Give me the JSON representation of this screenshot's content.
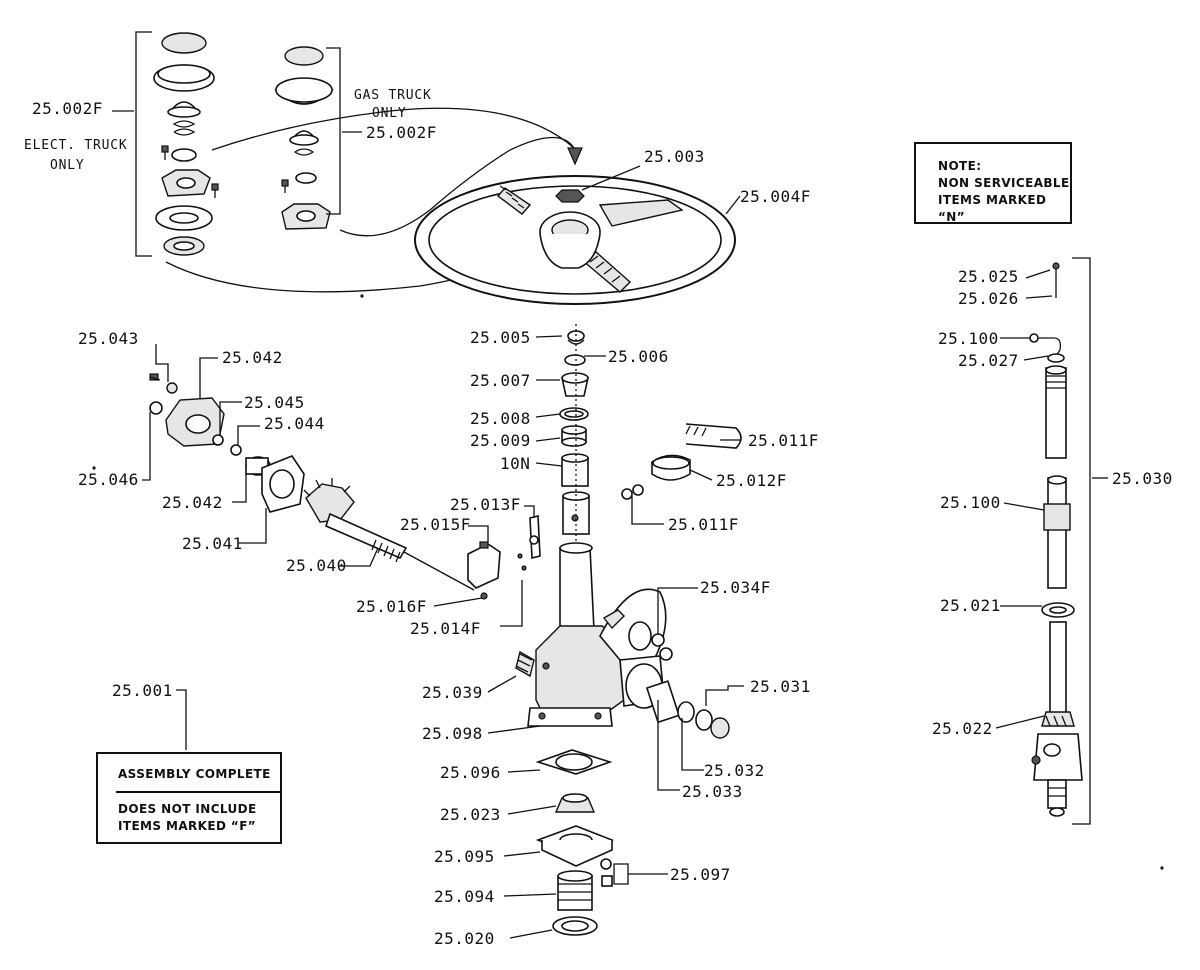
{
  "callouts": {
    "c_25_002F_left": "25.002F",
    "elect_truck": "ELECT. TRUCK",
    "elect_only": "ONLY",
    "gas_truck": "GAS TRUCK",
    "gas_only": "ONLY",
    "c_25_002F_right": "25.002F",
    "c_25_003": "25.003",
    "c_25_004F": "25.004F",
    "c_25_043": "25.043",
    "c_25_042_top": "25.042",
    "c_25_045": "25.045",
    "c_25_044": "25.044",
    "c_25_046": "25.046",
    "c_25_042_bottom": "25.042",
    "c_25_041": "25.041",
    "c_25_040": "25.040",
    "c_25_005": "25.005",
    "c_25_006": "25.006",
    "c_25_007": "25.007",
    "c_25_008": "25.008",
    "c_25_009": "25.009",
    "c_10N": "10N",
    "c_25_013F": "25.013F",
    "c_25_015F": "25.015F",
    "c_25_016F": "25.016F",
    "c_25_014F": "25.014F",
    "c_25_011F_top": "25.011F",
    "c_25_012F": "25.012F",
    "c_25_011F_bottom": "25.011F",
    "c_25_034F": "25.034F",
    "c_25_039": "25.039",
    "c_25_031": "25.031",
    "c_25_098": "25.098",
    "c_25_096": "25.096",
    "c_25_032": "25.032",
    "c_25_033": "25.033",
    "c_25_023": "25.023",
    "c_25_095": "25.095",
    "c_25_097": "25.097",
    "c_25_094": "25.094",
    "c_25_020": "25.020",
    "c_25_001": "25.001",
    "c_25_025": "25.025",
    "c_25_026": "25.026",
    "c_25_100_top": "25.100",
    "c_25_027": "25.027",
    "c_25_030": "25.030",
    "c_25_100_mid": "25.100",
    "c_25_021": "25.021",
    "c_25_022": "25.022"
  },
  "notes": {
    "note_title": "NOTE:",
    "note_line1": "NON SERVICEABLE",
    "note_line2": "ITEMS MARKED “N”",
    "assembly_line1": "ASSEMBLY COMPLETE",
    "assembly_line2": "DOES NOT INCLUDE",
    "assembly_line3": "ITEMS MARKED “F”"
  }
}
